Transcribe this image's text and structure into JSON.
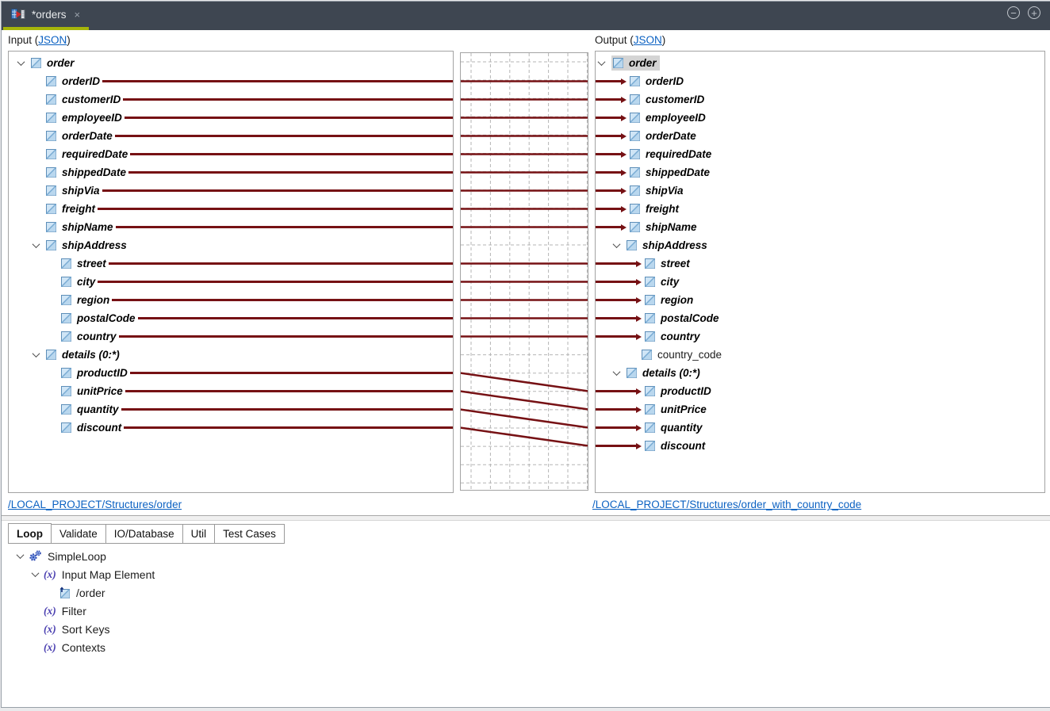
{
  "colors": {
    "mapping_line": "#761114",
    "link_blue": "#0b61c2",
    "tab_bar_bg": "#3e4651",
    "active_tab_accent": "#a6b50a",
    "element_icon_fill": "#cfe5f6",
    "selected_node_bg": "#d4d4d4"
  },
  "tab_bar": {
    "title": "*orders",
    "close_glyph": "×"
  },
  "window_controls": {
    "zoom_out_glyph": "−",
    "zoom_in_glyph": "+"
  },
  "input_panel": {
    "label_prefix": "Input (",
    "label_link": "JSON",
    "label_suffix": ")",
    "footer_link": "/LOCAL_PROJECT/Structures/order",
    "rows": [
      {
        "label": "order",
        "depth": 0,
        "expandable": true,
        "mapped": false,
        "style": "bold"
      },
      {
        "label": "orderID",
        "depth": 1,
        "expandable": false,
        "mapped": true,
        "style": "bold"
      },
      {
        "label": "customerID",
        "depth": 1,
        "expandable": false,
        "mapped": true,
        "style": "bold"
      },
      {
        "label": "employeeID",
        "depth": 1,
        "expandable": false,
        "mapped": true,
        "style": "bold"
      },
      {
        "label": "orderDate",
        "depth": 1,
        "expandable": false,
        "mapped": true,
        "style": "bold"
      },
      {
        "label": "requiredDate",
        "depth": 1,
        "expandable": false,
        "mapped": true,
        "style": "bold"
      },
      {
        "label": "shippedDate",
        "depth": 1,
        "expandable": false,
        "mapped": true,
        "style": "bold"
      },
      {
        "label": "shipVia",
        "depth": 1,
        "expandable": false,
        "mapped": true,
        "style": "bold"
      },
      {
        "label": "freight",
        "depth": 1,
        "expandable": false,
        "mapped": true,
        "style": "bold"
      },
      {
        "label": "shipName",
        "depth": 1,
        "expandable": false,
        "mapped": true,
        "style": "bold"
      },
      {
        "label": "shipAddress",
        "depth": 1,
        "expandable": true,
        "mapped": false,
        "style": "bold"
      },
      {
        "label": "street",
        "depth": 2,
        "expandable": false,
        "mapped": true,
        "style": "bold"
      },
      {
        "label": "city",
        "depth": 2,
        "expandable": false,
        "mapped": true,
        "style": "bold"
      },
      {
        "label": "region",
        "depth": 2,
        "expandable": false,
        "mapped": true,
        "style": "bold"
      },
      {
        "label": "postalCode",
        "depth": 2,
        "expandable": false,
        "mapped": true,
        "style": "bold"
      },
      {
        "label": "country",
        "depth": 2,
        "expandable": false,
        "mapped": true,
        "style": "bold"
      },
      {
        "label": "details (0:*)",
        "depth": 1,
        "expandable": true,
        "mapped": false,
        "style": "bold"
      },
      {
        "label": "productID",
        "depth": 2,
        "expandable": false,
        "mapped": true,
        "style": "bold"
      },
      {
        "label": "unitPrice",
        "depth": 2,
        "expandable": false,
        "mapped": true,
        "style": "bold"
      },
      {
        "label": "quantity",
        "depth": 2,
        "expandable": false,
        "mapped": true,
        "style": "bold"
      },
      {
        "label": "discount",
        "depth": 2,
        "expandable": false,
        "mapped": true,
        "style": "bold"
      }
    ]
  },
  "output_panel": {
    "label_prefix": "Output (",
    "label_link": "JSON",
    "label_suffix": ")",
    "footer_link": "/LOCAL_PROJECT/Structures/order_with_country_code",
    "rows": [
      {
        "label": "order",
        "depth": 0,
        "expandable": true,
        "mapped": false,
        "style": "bold",
        "selected": true
      },
      {
        "label": "orderID",
        "depth": 1,
        "expandable": false,
        "mapped": true,
        "style": "bold"
      },
      {
        "label": "customerID",
        "depth": 1,
        "expandable": false,
        "mapped": true,
        "style": "bold"
      },
      {
        "label": "employeeID",
        "depth": 1,
        "expandable": false,
        "mapped": true,
        "style": "bold"
      },
      {
        "label": "orderDate",
        "depth": 1,
        "expandable": false,
        "mapped": true,
        "style": "bold"
      },
      {
        "label": "requiredDate",
        "depth": 1,
        "expandable": false,
        "mapped": true,
        "style": "bold"
      },
      {
        "label": "shippedDate",
        "depth": 1,
        "expandable": false,
        "mapped": true,
        "style": "bold"
      },
      {
        "label": "shipVia",
        "depth": 1,
        "expandable": false,
        "mapped": true,
        "style": "bold"
      },
      {
        "label": "freight",
        "depth": 1,
        "expandable": false,
        "mapped": true,
        "style": "bold"
      },
      {
        "label": "shipName",
        "depth": 1,
        "expandable": false,
        "mapped": true,
        "style": "bold"
      },
      {
        "label": "shipAddress",
        "depth": 1,
        "expandable": true,
        "mapped": false,
        "style": "bold"
      },
      {
        "label": "street",
        "depth": 2,
        "expandable": false,
        "mapped": true,
        "style": "bold"
      },
      {
        "label": "city",
        "depth": 2,
        "expandable": false,
        "mapped": true,
        "style": "bold"
      },
      {
        "label": "region",
        "depth": 2,
        "expandable": false,
        "mapped": true,
        "style": "bold"
      },
      {
        "label": "postalCode",
        "depth": 2,
        "expandable": false,
        "mapped": true,
        "style": "bold"
      },
      {
        "label": "country",
        "depth": 2,
        "expandable": false,
        "mapped": true,
        "style": "bold"
      },
      {
        "label": "country_code",
        "depth": 2,
        "expandable": false,
        "mapped": false,
        "style": "plain"
      },
      {
        "label": "details (0:*)",
        "depth": 1,
        "expandable": true,
        "mapped": false,
        "style": "bold"
      },
      {
        "label": "productID",
        "depth": 2,
        "expandable": false,
        "mapped": true,
        "style": "bold"
      },
      {
        "label": "unitPrice",
        "depth": 2,
        "expandable": false,
        "mapped": true,
        "style": "bold"
      },
      {
        "label": "quantity",
        "depth": 2,
        "expandable": false,
        "mapped": true,
        "style": "bold"
      },
      {
        "label": "discount",
        "depth": 2,
        "expandable": false,
        "mapped": true,
        "style": "bold"
      }
    ]
  },
  "mappings": [
    {
      "from": 1,
      "to": 1
    },
    {
      "from": 2,
      "to": 2
    },
    {
      "from": 3,
      "to": 3
    },
    {
      "from": 4,
      "to": 4
    },
    {
      "from": 5,
      "to": 5
    },
    {
      "from": 6,
      "to": 6
    },
    {
      "from": 7,
      "to": 7
    },
    {
      "from": 8,
      "to": 8
    },
    {
      "from": 9,
      "to": 9
    },
    {
      "from": 11,
      "to": 11
    },
    {
      "from": 12,
      "to": 12
    },
    {
      "from": 13,
      "to": 13
    },
    {
      "from": 14,
      "to": 14
    },
    {
      "from": 15,
      "to": 15
    },
    {
      "from": 17,
      "to": 18
    },
    {
      "from": 18,
      "to": 19
    },
    {
      "from": 19,
      "to": 20
    },
    {
      "from": 20,
      "to": 21
    }
  ],
  "bottom_panel": {
    "tabs": [
      {
        "label": "Loop",
        "active": true
      },
      {
        "label": "Validate",
        "active": false
      },
      {
        "label": "IO/Database",
        "active": false
      },
      {
        "label": "Util",
        "active": false
      },
      {
        "label": "Test Cases",
        "active": false
      }
    ],
    "tree": [
      {
        "label": "SimpleLoop",
        "depth": 0,
        "chevron": true,
        "icon": "gears"
      },
      {
        "label": "Input Map Element",
        "depth": 1,
        "chevron": true,
        "icon": "fx"
      },
      {
        "label": "/order",
        "depth": 2,
        "chevron": false,
        "icon": "element-up"
      },
      {
        "label": "Filter",
        "depth": 1,
        "chevron": false,
        "icon": "fx"
      },
      {
        "label": "Sort Keys",
        "depth": 1,
        "chevron": false,
        "icon": "fx"
      },
      {
        "label": "Contexts",
        "depth": 1,
        "chevron": false,
        "icon": "fx"
      }
    ]
  }
}
